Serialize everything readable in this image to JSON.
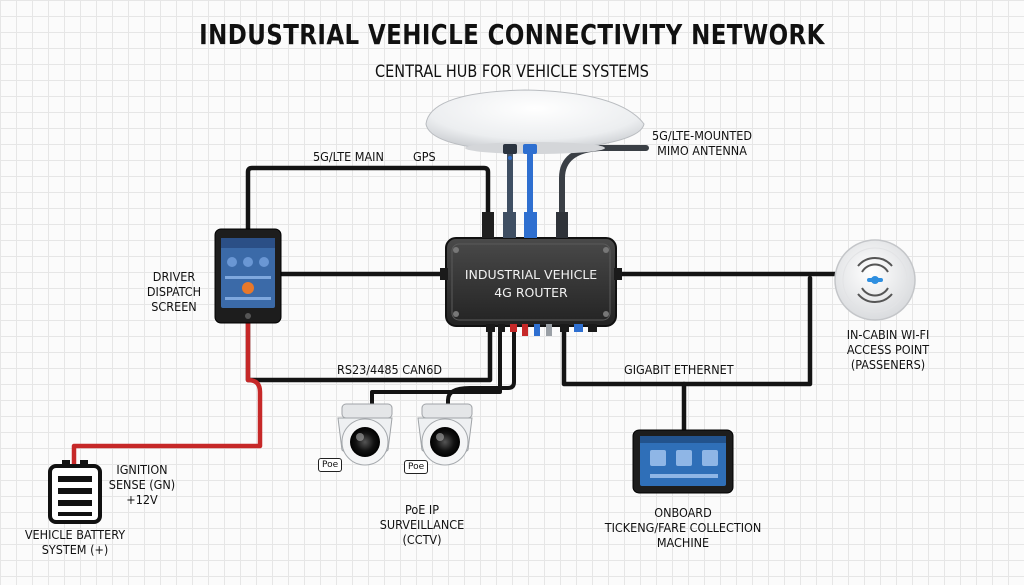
{
  "title": "INDUSTRIAL VEHICLE CONNECTIVITY NETWORK",
  "subtitle": "CENTRAL HUB FOR VEHICLE SYSTEMS",
  "router_label": [
    "INDUSTRIAL VEHICLE",
    "4G ROUTER"
  ],
  "labels": {
    "main_antenna": "5G/LTE MAIN",
    "gps": "GPS",
    "mimo_antenna": [
      "5G/LTE-MOUNTED",
      "MIMO ANTENNA"
    ],
    "driver_screen": [
      "DRIVER",
      "DISPATCH",
      "SCREEN"
    ],
    "wifi_ap": [
      "IN-CABIN WI-FI",
      "ACCESS POINT",
      "(PASSENERS)"
    ],
    "serial": "RS23/4485 CAN6D",
    "ethernet": "GIGABIT ETHERNET",
    "ignition": [
      "IGNITION",
      "SENSE (GN)",
      "+12V"
    ],
    "battery": [
      "VEHICLE BATTERY",
      "SYSTEM (+)"
    ],
    "cameras": [
      "PoE IP",
      "SURVEILLANCE",
      "(CCTV)"
    ],
    "ticketing": [
      "ONBOARD",
      "TICKENG/FARE COLLECTION",
      "MACHINE"
    ]
  },
  "poe_badge": "Poe",
  "colors": {
    "cable": "#141414",
    "power_cable": "#c62828",
    "router_body": "#3a3a3a",
    "accent_blue": "#2e6fd0",
    "grid": "#e6e6e6"
  },
  "icons": [
    "dome-antenna-icon",
    "router-icon",
    "tablet-icon",
    "wifi-access-point-icon",
    "cctv-camera-icon",
    "battery-icon",
    "ticket-terminal-icon"
  ]
}
